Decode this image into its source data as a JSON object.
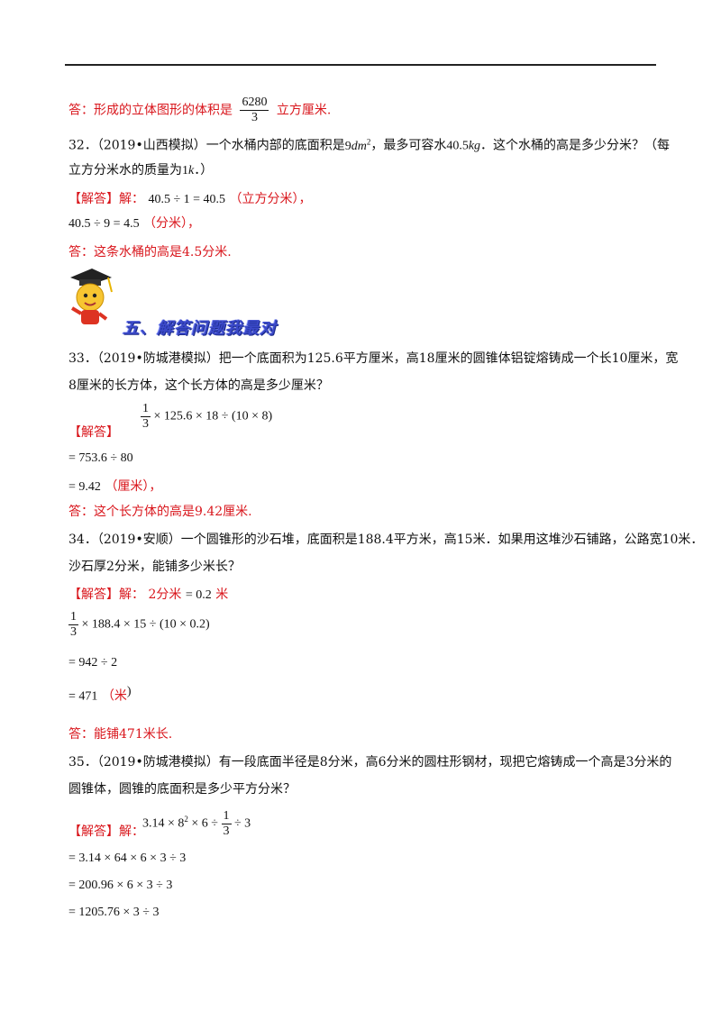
{
  "header_rule": true,
  "prev_answer": {
    "text": "答：形成的立体图形的体积是",
    "num": "6280",
    "den": "3",
    "unit": "立方厘米."
  },
  "q32": {
    "text1": "32．（2019•山西模拟）一个水桶内部的底面积是",
    "v1": "9",
    "u1": "dm",
    "sup": "2",
    "text2": "，最多可容水",
    "v2": "40.5",
    "u2": "kg",
    "text3": "．这个水桶的高是多少分米？（每",
    "line2a": "立方分米水的质量为",
    "line2v": "1",
    "line2u": "k",
    "line2b": "．）",
    "solve_label": "【解答】解：",
    "step1": "40.5 ÷ 1 = 40.5",
    "step1_unit": "（立方分米），",
    "step2": "40.5 ÷ 9 = 4.5",
    "step2_unit": "（分米），",
    "answer": "答：这条水桶的高是4.5分米."
  },
  "section_title": "五、解答问题我最对",
  "q33": {
    "line1": "33．（2019•防城港模拟）把一个底面积为125.6平方厘米，高18厘米的圆锥体铝锭熔铸成一个长10厘米，宽",
    "line2": "8厘米的长方体，这个长方体的高是多少厘米？",
    "solve_label": "【解答】",
    "frac_num": "1",
    "frac_den": "3",
    "expr1": "× 125.6 × 18 ÷ (10 × 8)",
    "step2": "= 753.6 ÷ 80",
    "step3": "= 9.42",
    "step3_unit": "（厘米），",
    "answer": "答：这个长方体的高是9.42厘米."
  },
  "q34": {
    "line1": "34．（2019•安顺）一个圆锥形的沙石堆，底面积是188.4平方米，高15米．如果用这堆沙石铺路，公路宽10米．",
    "line2": "沙石厚2分米，能铺多少米长？",
    "solve_label": "【解答】解：",
    "conv_a": "2分米",
    "conv_eq": "= 0.2",
    "conv_u": "米",
    "frac_num": "1",
    "frac_den": "3",
    "expr1": "× 188.4 × 15 ÷ (10 × 0.2)",
    "step2": "= 942 ÷ 2",
    "step3": "= 471",
    "step3_unit": "（米",
    "step3_close": ")",
    "answer": "答：能铺471米长."
  },
  "q35": {
    "line1": "35．（2019•防城港模拟）有一段底面半径是8分米，高6分米的圆柱形钢材，现把它熔铸成一个高是3分米的",
    "line2": "圆锥体，圆锥的底面积是多少平方分米？",
    "solve_label": "【解答】解：",
    "expr_a": "3.14 × 8",
    "expr_sup": "2",
    "expr_b": " × 6 ÷",
    "frac_num": "1",
    "frac_den": "3",
    "expr_c": "÷ 3",
    "step2": "= 3.14 × 64 × 6 × 3 ÷ 3",
    "step3": "= 200.96 × 6 × 3 ÷ 3",
    "step4": "= 1205.76 × 3 ÷ 3"
  }
}
